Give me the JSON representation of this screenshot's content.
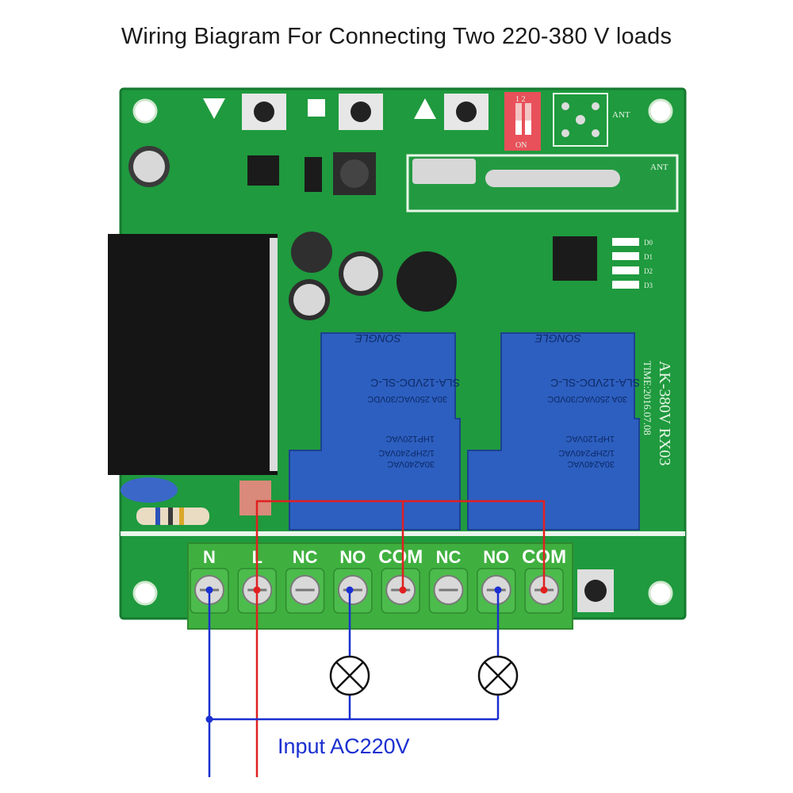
{
  "title": "Wiring Biagram For Connecting Two 220-380 V loads",
  "input_label": "Input AC220V",
  "board": {
    "model": "AK-380V  RX03",
    "date": "TIME:2016.07.08",
    "ant_label": "ANT",
    "switch_labels": [
      "1 2",
      "ON"
    ],
    "led_labels": [
      "D0",
      "D1",
      "D2",
      "D3"
    ]
  },
  "relay": {
    "rating1": "30A240VAC",
    "rating2": "1/2HP240VAC",
    "rating3": "1HP120VAC",
    "rating4": "30A 250VAC/30VDC",
    "part": "SLA-12VDC-SL-C",
    "brand": "SONGLE"
  },
  "terminals": [
    "N",
    "L",
    "NC",
    "NO",
    "COM",
    "NC",
    "NO",
    "COM"
  ],
  "colors": {
    "pcb": "#1f9a3e",
    "relay": "#2d5fc0",
    "wire_neutral": "#1a2fd0",
    "wire_live": "#e02020",
    "terminal_block": "#3fb03f"
  }
}
